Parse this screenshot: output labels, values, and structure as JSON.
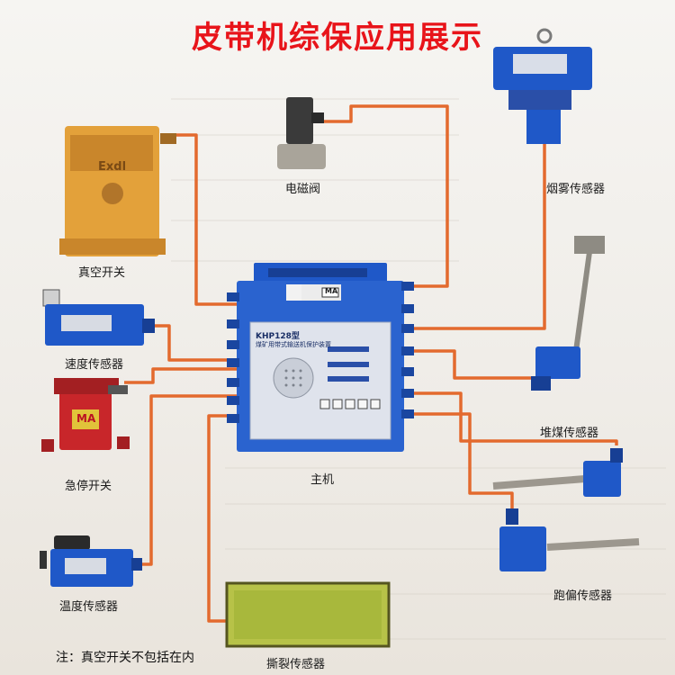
{
  "title": "皮带机综保应用展示",
  "labels": {
    "solenoid_valve": "电磁阀",
    "smoke_sensor": "烟雾传感器",
    "vacuum_switch": "真空开关",
    "speed_sensor": "速度传感器",
    "coal_pile_sensor": "堆煤传感器",
    "emergency_stop": "急停开关",
    "main_unit": "主机",
    "deviation_sensor": "跑偏传感器",
    "temperature_sensor": "温度传感器",
    "tear_sensor": "撕裂传感器"
  },
  "note": "注：真空开关不包括在内",
  "main_unit": {
    "model": "KHP128型",
    "caption": "煤矿用带式输送机保护装置",
    "marking": "MA"
  },
  "vacuum_switch_brand": "Exdl",
  "emergency_stop_marking": "MA",
  "colors": {
    "title": "#e8141a",
    "cable": "#e36a2e",
    "device_blue": "#1f58c8",
    "switch_orange": "#e3a13a",
    "stop_red": "#c8262a"
  }
}
